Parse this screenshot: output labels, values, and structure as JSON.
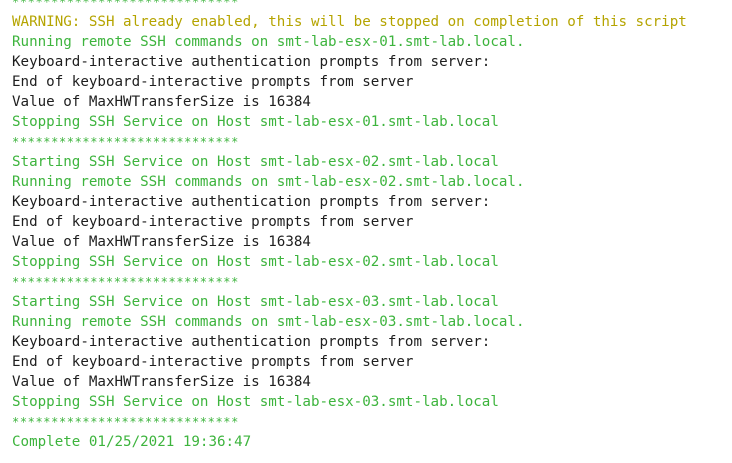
{
  "colors": {
    "default": "#1e1e1e",
    "green": "#3db43d",
    "yellow": "#b5a400",
    "background": "#ffffff"
  },
  "console": {
    "lines": [
      {
        "text": "*****************************",
        "color": "green",
        "kind": "separator"
      },
      {
        "text": "WARNING: SSH already enabled, this will be stopped on completion of this script",
        "color": "yellow",
        "kind": "warning"
      },
      {
        "text": "Running remote SSH commands on smt-lab-esx-01.smt-lab.local.",
        "color": "green",
        "kind": "status"
      },
      {
        "text": "Keyboard-interactive authentication prompts from server:",
        "color": "default",
        "kind": "output"
      },
      {
        "text": "End of keyboard-interactive prompts from server",
        "color": "default",
        "kind": "output"
      },
      {
        "text": "Value of MaxHWTransferSize is 16384",
        "color": "default",
        "kind": "output"
      },
      {
        "text": "Stopping SSH Service on Host smt-lab-esx-01.smt-lab.local",
        "color": "green",
        "kind": "status"
      },
      {
        "text": "*****************************",
        "color": "green",
        "kind": "separator"
      },
      {
        "text": "Starting SSH Service on Host smt-lab-esx-02.smt-lab.local",
        "color": "green",
        "kind": "status"
      },
      {
        "text": "Running remote SSH commands on smt-lab-esx-02.smt-lab.local.",
        "color": "green",
        "kind": "status"
      },
      {
        "text": "Keyboard-interactive authentication prompts from server:",
        "color": "default",
        "kind": "output"
      },
      {
        "text": "End of keyboard-interactive prompts from server",
        "color": "default",
        "kind": "output"
      },
      {
        "text": "Value of MaxHWTransferSize is 16384",
        "color": "default",
        "kind": "output"
      },
      {
        "text": "Stopping SSH Service on Host smt-lab-esx-02.smt-lab.local",
        "color": "green",
        "kind": "status"
      },
      {
        "text": "*****************************",
        "color": "green",
        "kind": "separator"
      },
      {
        "text": "Starting SSH Service on Host smt-lab-esx-03.smt-lab.local",
        "color": "green",
        "kind": "status"
      },
      {
        "text": "Running remote SSH commands on smt-lab-esx-03.smt-lab.local.",
        "color": "green",
        "kind": "status"
      },
      {
        "text": "Keyboard-interactive authentication prompts from server:",
        "color": "default",
        "kind": "output"
      },
      {
        "text": "End of keyboard-interactive prompts from server",
        "color": "default",
        "kind": "output"
      },
      {
        "text": "Value of MaxHWTransferSize is 16384",
        "color": "default",
        "kind": "output"
      },
      {
        "text": "Stopping SSH Service on Host smt-lab-esx-03.smt-lab.local",
        "color": "green",
        "kind": "status"
      },
      {
        "text": "*****************************",
        "color": "green",
        "kind": "separator"
      },
      {
        "text": "Complete 01/25/2021 19:36:47",
        "color": "green",
        "kind": "status"
      }
    ]
  }
}
